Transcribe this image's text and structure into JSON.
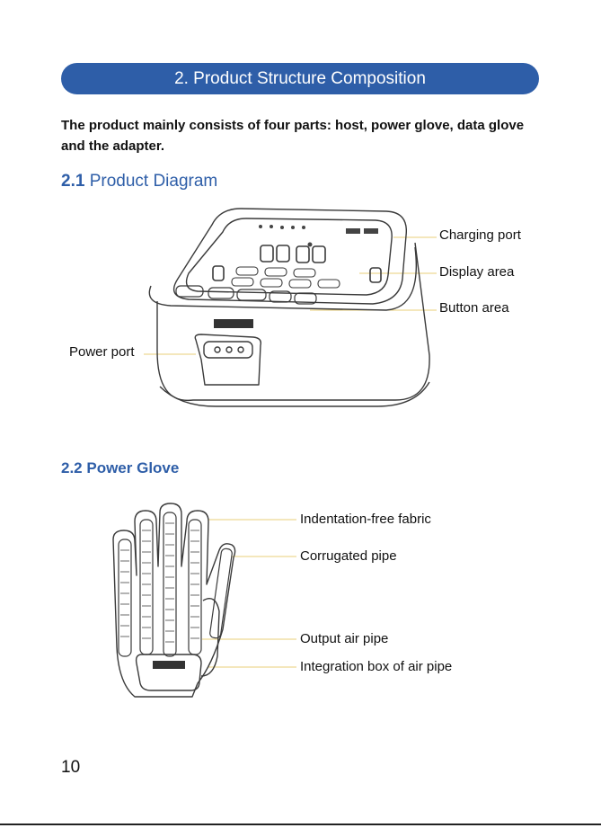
{
  "banner": {
    "title": "2. Product Structure Composition"
  },
  "intro": "The product mainly consists of four parts: host, power glove, data glove and the adapter.",
  "section_21": {
    "number": "2.1",
    "title": "Product Diagram"
  },
  "section_22": {
    "title": "2.2 Power Glove"
  },
  "host_labels": {
    "charging_port": "Charging port",
    "display_area": "Display area",
    "button_area": "Button area",
    "power_port": "Power port"
  },
  "glove_labels": {
    "fabric": "Indentation-free fabric",
    "corrugated": "Corrugated pipe",
    "output": "Output air pipe",
    "integration": "Integration box of air pipe"
  },
  "page_number": "10",
  "colors": {
    "accent": "#2e5ea8",
    "leader_line": "#e8cf7a"
  },
  "icons": [
    "host-device-icon",
    "power-glove-icon"
  ]
}
